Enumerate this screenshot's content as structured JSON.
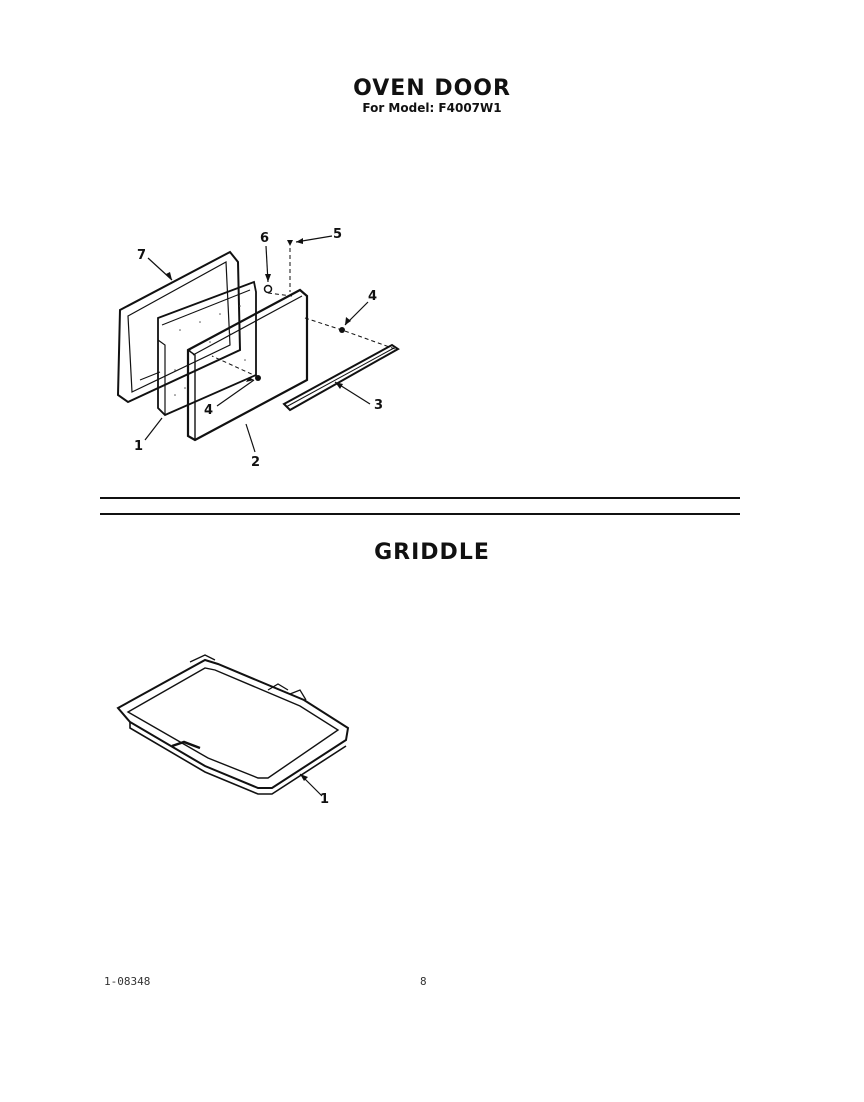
{
  "oven_door": {
    "title": "OVEN DOOR",
    "subtitle": "For Model: F4007W1",
    "callouts": [
      "7",
      "6",
      "5",
      "4",
      "4",
      "3",
      "1",
      "2"
    ]
  },
  "griddle": {
    "title": "GRIDDLE",
    "callouts": [
      "1"
    ]
  },
  "footer": {
    "code": "1-08348",
    "page": "8"
  }
}
